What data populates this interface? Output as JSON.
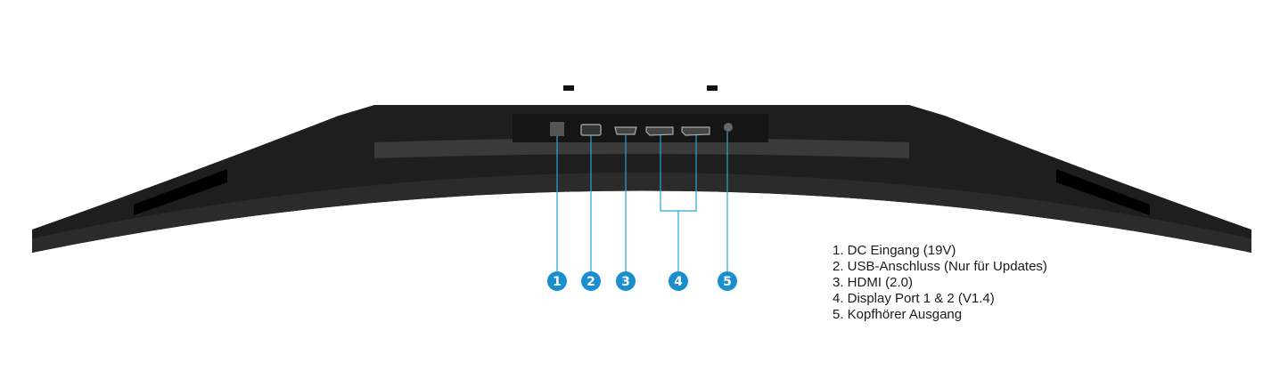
{
  "title": "Monitor rear port overview",
  "callouts": [
    {
      "number": "1",
      "port": "dc-in"
    },
    {
      "number": "2",
      "port": "usb"
    },
    {
      "number": "3",
      "port": "hdmi"
    },
    {
      "number": "4",
      "port": "displayport"
    },
    {
      "number": "5",
      "port": "headphone"
    }
  ],
  "legend": [
    "1. DC Eingang (19V)",
    "2. USB-Anschluss (Nur für Updates)",
    "3. HDMI (2.0)",
    "4. Display Port 1 & 2 (V1.4)",
    "5. Kopfhörer Ausgang"
  ],
  "colors": {
    "callout": "#1a8fd0",
    "line": "#2aa3d6",
    "body": "#1e1e1e"
  }
}
